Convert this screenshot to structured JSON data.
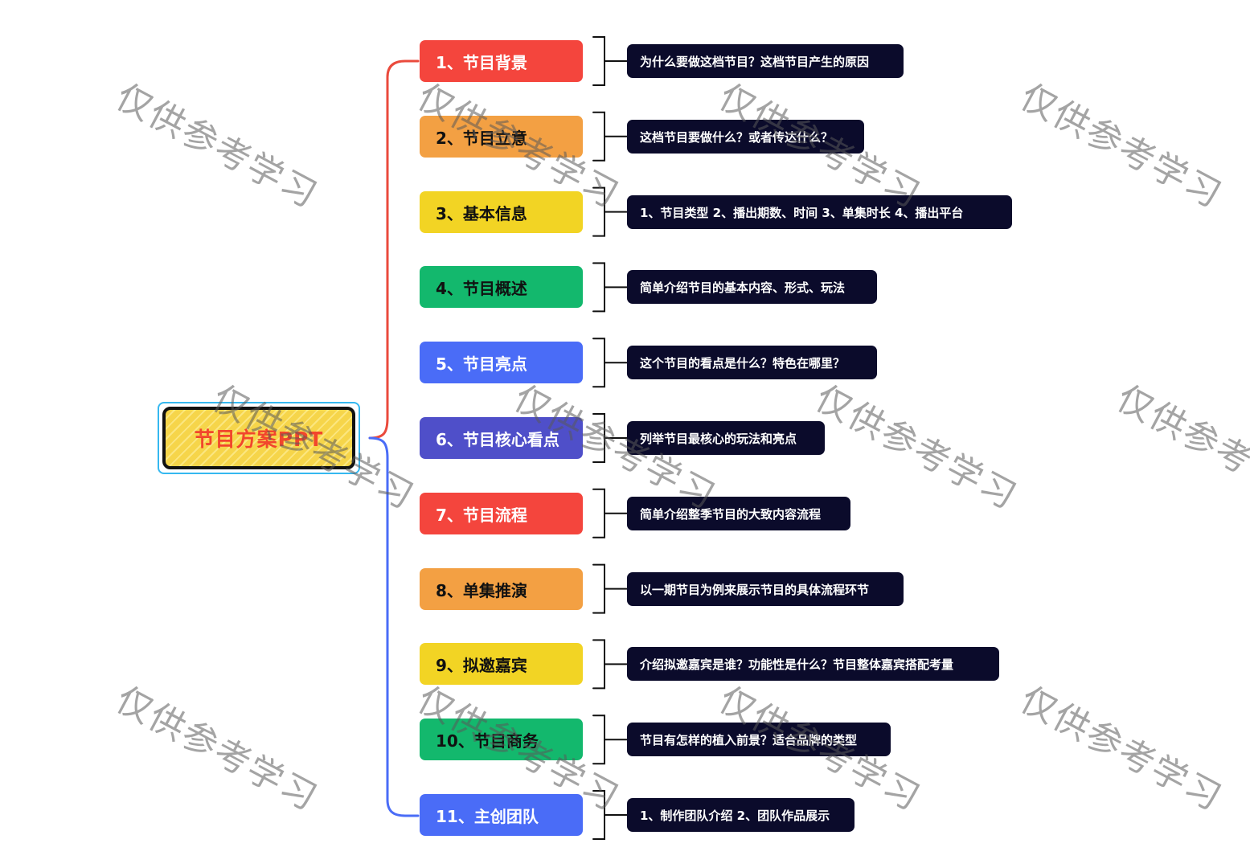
{
  "root": {
    "label": "节目方案PPT"
  },
  "topics": [
    {
      "label": "1、节目背景",
      "color": "#f4453d",
      "text_color": "#ffffff",
      "desc": "为什么要做这档节目？这档节目产生的原因"
    },
    {
      "label": "2、节目立意",
      "color": "#f3a043",
      "text_color": "#111111",
      "desc": "这档节目要做什么？或者传达什么？"
    },
    {
      "label": "3、基本信息",
      "color": "#f2d424",
      "text_color": "#111111",
      "desc": "1、节目类型 2、播出期数、时间 3、单集时长 4、播出平台"
    },
    {
      "label": "4、节目概述",
      "color": "#13b86d",
      "text_color": "#111111",
      "desc": "简单介绍节目的基本内容、形式、玩法"
    },
    {
      "label": "5、节目亮点",
      "color": "#4a6cf7",
      "text_color": "#ffffff",
      "desc": "这个节目的看点是什么？特色在哪里？"
    },
    {
      "label": "6、节目核心看点",
      "color": "#4f4fc9",
      "text_color": "#ffffff",
      "desc": "列举节目最核心的玩法和亮点"
    },
    {
      "label": "7、节目流程",
      "color": "#f4453d",
      "text_color": "#ffffff",
      "desc": "简单介绍整季节目的大致内容流程"
    },
    {
      "label": "8、单集推演",
      "color": "#f3a043",
      "text_color": "#111111",
      "desc": "以一期节目为例来展示节目的具体流程环节"
    },
    {
      "label": "9、拟邀嘉宾",
      "color": "#f2d424",
      "text_color": "#111111",
      "desc": "介绍拟邀嘉宾是谁？功能性是什么？节目整体嘉宾搭配考量"
    },
    {
      "label": "10、节目商务",
      "color": "#13b86d",
      "text_color": "#111111",
      "desc": "节目有怎样的植入前景？适合品牌的类型"
    },
    {
      "label": "11、主创团队",
      "color": "#4a6cf7",
      "text_color": "#ffffff",
      "desc": "1、制作团队介绍 2、团队作品展示"
    }
  ],
  "watermark": "仅供参考学习",
  "colors": {
    "upper_branch": "#ea4a3c",
    "lower_branch": "#4a6cf7",
    "bracket": "#111111",
    "desc_bg": "#0b0b2b"
  }
}
